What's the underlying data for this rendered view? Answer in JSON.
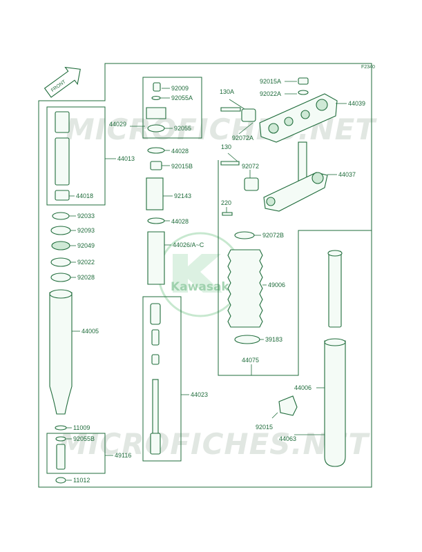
{
  "figure_code": "F2340",
  "front_label": "FRONT",
  "watermark": "MICROFICHES.NET",
  "logo_text": "Kawasaki",
  "parts": [
    {
      "id": "p-92015a",
      "label": "92015A"
    },
    {
      "id": "p-92022a",
      "label": "92022A"
    },
    {
      "id": "p-130a",
      "label": "130A"
    },
    {
      "id": "p-44039",
      "label": "44039"
    },
    {
      "id": "p-92072a",
      "label": "92072A"
    },
    {
      "id": "p-130",
      "label": "130"
    },
    {
      "id": "p-92072",
      "label": "92072"
    },
    {
      "id": "p-44037",
      "label": "44037"
    },
    {
      "id": "p-220",
      "label": "220"
    },
    {
      "id": "p-92072b",
      "label": "92072B"
    },
    {
      "id": "p-92009",
      "label": "92009"
    },
    {
      "id": "p-92055a",
      "label": "92055A"
    },
    {
      "id": "p-44029",
      "label": "44029"
    },
    {
      "id": "p-92055",
      "label": "92055"
    },
    {
      "id": "p-44028a",
      "label": "44028"
    },
    {
      "id": "p-92015b",
      "label": "92015B"
    },
    {
      "id": "p-92143",
      "label": "92143"
    },
    {
      "id": "p-44028b",
      "label": "44028"
    },
    {
      "id": "p-44026",
      "label": "44026/A~C"
    },
    {
      "id": "p-44013",
      "label": "44013"
    },
    {
      "id": "p-44018",
      "label": "44018"
    },
    {
      "id": "p-92033",
      "label": "92033"
    },
    {
      "id": "p-92093",
      "label": "92093"
    },
    {
      "id": "p-92049",
      "label": "92049"
    },
    {
      "id": "p-92022",
      "label": "92022"
    },
    {
      "id": "p-92028",
      "label": "92028"
    },
    {
      "id": "p-44005",
      "label": "44005"
    },
    {
      "id": "p-49006",
      "label": "49006"
    },
    {
      "id": "p-39183",
      "label": "39183"
    },
    {
      "id": "p-44075",
      "label": "44075"
    },
    {
      "id": "p-44023",
      "label": "44023"
    },
    {
      "id": "p-44006",
      "label": "44006"
    },
    {
      "id": "p-92015",
      "label": "92015"
    },
    {
      "id": "p-44063",
      "label": "44063"
    },
    {
      "id": "p-11009",
      "label": "11009"
    },
    {
      "id": "p-92055b",
      "label": "92055B"
    },
    {
      "id": "p-49116",
      "label": "49116"
    },
    {
      "id": "p-11012",
      "label": "11012"
    }
  ]
}
